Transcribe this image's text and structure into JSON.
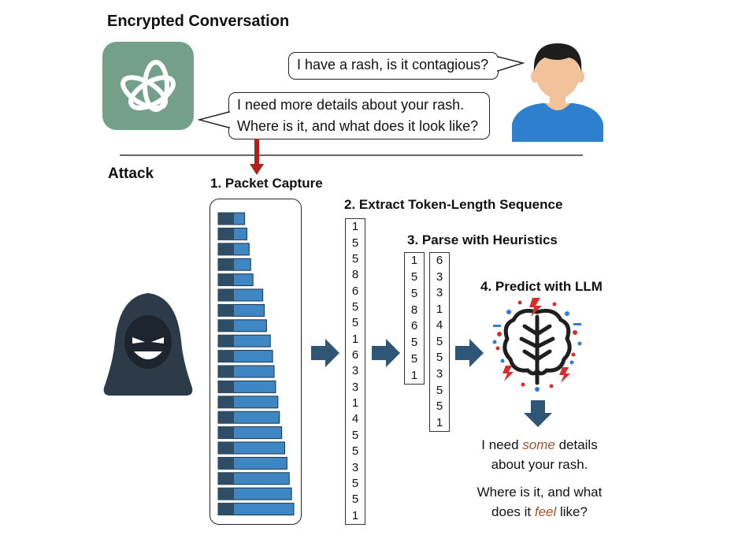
{
  "header": {
    "title": "Encrypted Conversation"
  },
  "conversation": {
    "user_message": "I have a rash, is it contagious?",
    "assistant_message_line1": "I need more details about your rash.",
    "assistant_message_line2": "Where is it, and what does it look like?"
  },
  "attack": {
    "label": "Attack",
    "step1": "1. Packet Capture",
    "step2": "2. Extract Token-Length Sequence",
    "step3": "3. Parse with Heuristics",
    "step4": "4. Predict with LLM",
    "token_sequence": [
      "1",
      "5",
      "5",
      "8",
      "6",
      "5",
      "5",
      "1",
      "6",
      "3",
      "3",
      "1",
      "4",
      "5",
      "5",
      "3",
      "5",
      "5",
      "1"
    ],
    "parsed_sequence_a": [
      "1",
      "5",
      "5",
      "8",
      "6",
      "5",
      "5",
      "1"
    ],
    "parsed_sequence_b": [
      "6",
      "3",
      "3",
      "1",
      "4",
      "5",
      "5",
      "3",
      "5",
      "5",
      "1"
    ],
    "packet_fill_levels": [
      0.35,
      0.38,
      0.41,
      0.43,
      0.46,
      0.59,
      0.61,
      0.64,
      0.69,
      0.72,
      0.74,
      0.76,
      0.79,
      0.81,
      0.84,
      0.88,
      0.91,
      0.94,
      0.97,
      1.0
    ],
    "prediction": {
      "line1_pre": "I need ",
      "line1_emph": "some",
      "line1_post": " details",
      "line2": "about your rash.",
      "line3": "Where is it, and what",
      "line4_pre": "does it ",
      "line4_emph": "feel",
      "line4_post": " like?"
    }
  },
  "colors": {
    "logo_bg": "#74a08b",
    "arrow_red": "#b0201d",
    "flow_arrow": "#2f5775",
    "packet_dark": "#2e4d66",
    "packet_blue": "#3f87c4",
    "emphasis": "#a0522d"
  }
}
